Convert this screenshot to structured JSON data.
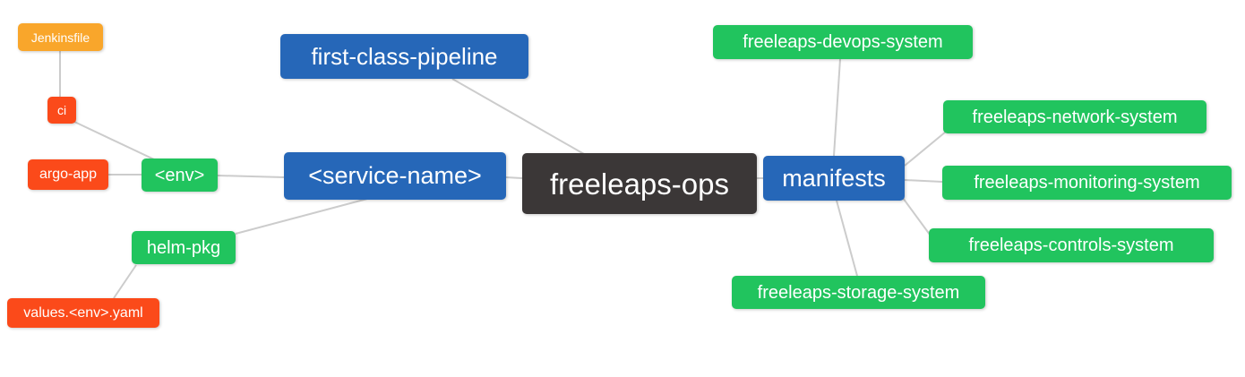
{
  "diagram": {
    "type": "mindmap",
    "root": "freeleaps-ops",
    "background": "#ffffff",
    "edge_color": "#cccccc",
    "palette": {
      "blue": "#2667b8",
      "green": "#21c45e",
      "red_orange": "#fb4a1a",
      "orange": "#f9a62b",
      "dark": "#3b3737",
      "text": "#ffffff"
    },
    "nodes": {
      "jenkinsfile": {
        "label": "Jenkinsfile",
        "color": "#f9a62b"
      },
      "ci": {
        "label": "ci",
        "color": "#fb4a1a"
      },
      "argo_app": {
        "label": "argo-app",
        "color": "#fb4a1a"
      },
      "env": {
        "label": "<env>",
        "color": "#21c45e"
      },
      "helm_pkg": {
        "label": "helm-pkg",
        "color": "#21c45e"
      },
      "values_yaml": {
        "label": "values.<env>.yaml",
        "color": "#fb4a1a"
      },
      "first_class_pipeline": {
        "label": "first-class-pipeline",
        "color": "#2667b8"
      },
      "service_name": {
        "label": "<service-name>",
        "color": "#2667b8"
      },
      "freeleaps_ops": {
        "label": "freeleaps-ops",
        "color": "#3b3737"
      },
      "manifests": {
        "label": "manifests",
        "color": "#2667b8"
      },
      "devops_system": {
        "label": "freeleaps-devops-system",
        "color": "#21c45e"
      },
      "network_system": {
        "label": "freeleaps-network-system",
        "color": "#21c45e"
      },
      "monitoring_system": {
        "label": "freeleaps-monitoring-system",
        "color": "#21c45e"
      },
      "controls_system": {
        "label": "freeleaps-controls-system",
        "color": "#21c45e"
      },
      "storage_system": {
        "label": "freeleaps-storage-system",
        "color": "#21c45e"
      }
    },
    "edges": [
      [
        "Jenkinsfile",
        "ci"
      ],
      [
        "ci",
        "<env>"
      ],
      [
        "argo-app",
        "<env>"
      ],
      [
        "<env>",
        "<service-name>"
      ],
      [
        "helm-pkg",
        "<service-name>"
      ],
      [
        "values.<env>.yaml",
        "helm-pkg"
      ],
      [
        "first-class-pipeline",
        "freeleaps-ops"
      ],
      [
        "<service-name>",
        "freeleaps-ops"
      ],
      [
        "freeleaps-ops",
        "manifests"
      ],
      [
        "manifests",
        "freeleaps-devops-system"
      ],
      [
        "manifests",
        "freeleaps-network-system"
      ],
      [
        "manifests",
        "freeleaps-monitoring-system"
      ],
      [
        "manifests",
        "freeleaps-controls-system"
      ],
      [
        "manifests",
        "freeleaps-storage-system"
      ]
    ]
  }
}
